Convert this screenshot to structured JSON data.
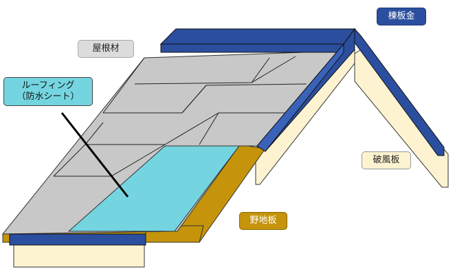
{
  "labels": {
    "yanezai": "屋根材",
    "roofing_line1": "ルーフィング",
    "roofing_line2": "（防水シート）",
    "munaita_kin": "棟板金",
    "hafuita": "破風板",
    "nojiita": "野地板"
  },
  "colors": {
    "navy": "#2b4f9e",
    "cream": "#fdf3d1",
    "ochre": "#c5940a",
    "shingle": "#c8c8c8",
    "roofing": "#74d5e0"
  }
}
